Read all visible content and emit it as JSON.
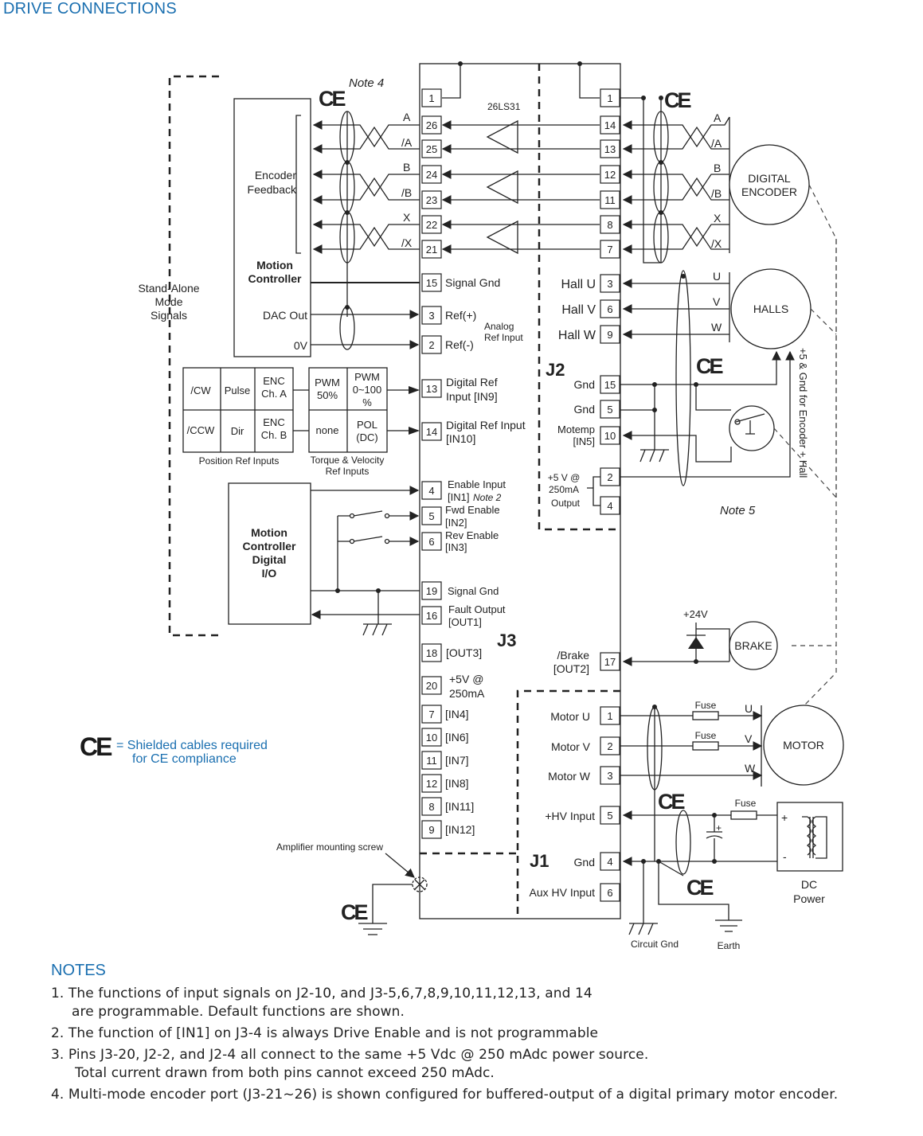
{
  "title": "DRIVE CONNECTIONS",
  "ce_mark": "CE",
  "ce_legend": {
    "line1": "= Shielded cables required",
    "line2": "for CE compliance"
  },
  "notes": {
    "heading": "NOTES",
    "items": [
      {
        "l1": "1. The functions of input signals on J2-10, and J3-5,6,7,8,9,10,11,12,13, and 14",
        "l2": "are programmable. Default functions are shown."
      },
      {
        "l1": "2. The function of [IN1] on J3-4 is always Drive Enable and is not programmable",
        "l2": ""
      },
      {
        "l1": "3. Pins J3-20, J2-2, and J2-4 all connect to the same +5 Vdc @ 250 mAdc power source.",
        "l2": "Total current drawn from both pins cannot exceed 250 mAdc."
      },
      {
        "l1": "4. Multi-mode encoder port (J3-21~26) is shown configured for buffered-output of a digital primary motor encoder.",
        "l2": ""
      }
    ]
  },
  "connectors": {
    "j1": "J1",
    "j2": "J2",
    "j3": "J3"
  },
  "j3_pins": [
    {
      "num": "1",
      "label": ""
    },
    {
      "num": "26",
      "label": ""
    },
    {
      "num": "25",
      "label": ""
    },
    {
      "num": "24",
      "label": ""
    },
    {
      "num": "23",
      "label": ""
    },
    {
      "num": "22",
      "label": ""
    },
    {
      "num": "21",
      "label": ""
    },
    {
      "num": "15",
      "label": "Signal Gnd"
    },
    {
      "num": "3",
      "label": "Ref(+)"
    },
    {
      "num": "2",
      "label": "Ref(-)"
    },
    {
      "num": "13",
      "label": "Digital Ref",
      "label2": "Input [IN9]"
    },
    {
      "num": "14",
      "label": "Digital Ref Input",
      "label2": "[IN10]"
    },
    {
      "num": "4",
      "label": "Enable Input",
      "label2": "[IN1]",
      "note": "Note 2"
    },
    {
      "num": "5",
      "label": "Fwd Enable",
      "label2": "[IN2]"
    },
    {
      "num": "6",
      "label": "Rev Enable",
      "label2": "[IN3]"
    },
    {
      "num": "19",
      "label": "Signal Gnd"
    },
    {
      "num": "16",
      "label": "Fault Output",
      "label2": "[OUT1]"
    },
    {
      "num": "18",
      "label": "[OUT3]"
    },
    {
      "num": "20",
      "label": "+5V @",
      "label2": "250mA"
    },
    {
      "num": "7",
      "label": "[IN4]"
    },
    {
      "num": "10",
      "label": "[IN6]"
    },
    {
      "num": "11",
      "label": "[IN7]"
    },
    {
      "num": "12",
      "label": "[IN8]"
    },
    {
      "num": "8",
      "label": "[IN11]"
    },
    {
      "num": "9",
      "label": "[IN12]"
    }
  ],
  "j2_pins": [
    {
      "num": "1",
      "label": ""
    },
    {
      "num": "14",
      "label": ""
    },
    {
      "num": "13",
      "label": ""
    },
    {
      "num": "12",
      "label": ""
    },
    {
      "num": "11",
      "label": ""
    },
    {
      "num": "8",
      "label": ""
    },
    {
      "num": "7",
      "label": ""
    },
    {
      "num": "3",
      "label": "Hall U"
    },
    {
      "num": "6",
      "label": "Hall V"
    },
    {
      "num": "9",
      "label": "Hall W"
    },
    {
      "num": "15",
      "label": "Gnd"
    },
    {
      "num": "5",
      "label": "Gnd"
    },
    {
      "num": "10",
      "label": "Motemp",
      "label2": "[IN5]"
    },
    {
      "num": "2",
      "label": "+5 V @",
      "label2": "250mA",
      "label3": "Output"
    },
    {
      "num": "4",
      "label": ""
    },
    {
      "num": "17",
      "label": "/Brake",
      "label2": "[OUT2]"
    }
  ],
  "j1_pins": [
    {
      "num": "1",
      "label": "Motor U"
    },
    {
      "num": "2",
      "label": "Motor V"
    },
    {
      "num": "3",
      "label": "Motor W"
    },
    {
      "num": "5",
      "label": "+HV Input"
    },
    {
      "num": "4",
      "label": "Gnd"
    },
    {
      "num": "6",
      "label": "Aux HV Input"
    }
  ],
  "labels": {
    "note4": "Note 4",
    "note5": "Note 5",
    "chip": "26LS31",
    "encoder_feedback_1": "Encoder",
    "encoder_feedback_2": "Feedback",
    "motion_controller_1": "Motion",
    "motion_controller_2": "Controller",
    "dac_out": "DAC Out",
    "zero_v": "0V",
    "analog_ref_1": "Analog",
    "analog_ref_2": "Ref Input",
    "standalone_1": "Stand-Alone",
    "standalone_2": "Mode",
    "standalone_3": "Signals",
    "sig_a": "A",
    "sig_na": "/A",
    "sig_b": "B",
    "sig_nb": "/B",
    "sig_x": "X",
    "sig_nx": "/X",
    "sig_u": "U",
    "sig_v": "V",
    "sig_w": "W",
    "digital_encoder_1": "DIGITAL",
    "digital_encoder_2": "ENCODER",
    "halls": "HALLS",
    "enc_hall_supply": "+5 & Gnd for Encoder + Hall",
    "brake": "BRAKE",
    "v24": "+24V",
    "motor": "MOTOR",
    "fuse": "Fuse",
    "dc_power_1": "DC",
    "dc_power_2": "Power",
    "plus": "+",
    "minus": "-",
    "circuit_gnd": "Circuit Gnd",
    "earth": "Earth",
    "mounting_screw": "Amplifier mounting screw",
    "digital_io_1": "Motion",
    "digital_io_2": "Controller",
    "digital_io_3": "Digital",
    "digital_io_4": "I/O",
    "position_ref_inputs": "Position Ref Inputs",
    "torque_velocity_1": "Torque & Velocity",
    "torque_velocity_2": "Ref Inputs"
  },
  "ref_table": {
    "row1": [
      "/CW",
      "Pulse",
      "ENC",
      "Ch. A",
      "PWM",
      "50%",
      "PWM",
      "0~100",
      "%"
    ],
    "row2": [
      "/CCW",
      "Dir",
      "ENC",
      "Ch. B",
      "none",
      "POL",
      "(DC)"
    ]
  }
}
